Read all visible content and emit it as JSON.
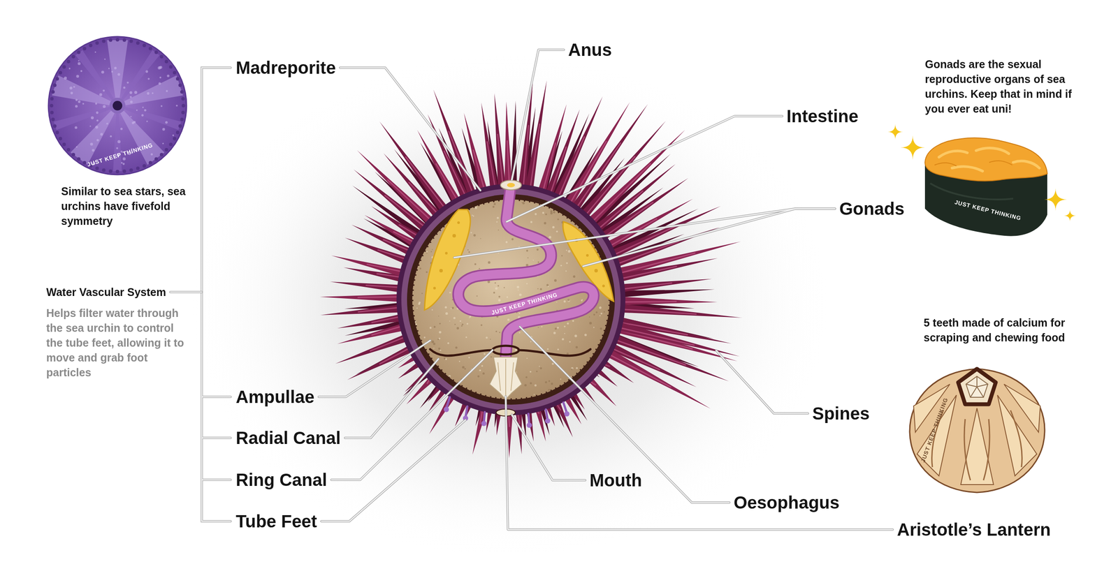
{
  "diagram": {
    "labels": [
      "Madreporite",
      "Anus",
      "Intestine",
      "Gonads",
      "Similar to sea stars, sea urchins have fivefold symmetry",
      "Water Vascular System",
      "Helps filter water through the sea urchin to control the tube feet, allowing it to move and grab foot particles",
      "Ampullae",
      "Radial Canal",
      "Ring Canal",
      "Tube Feet",
      "Mouth",
      "Oesophagus",
      "Aristotle’s Lantern",
      "Spines",
      "Gonads are the sexual reproductive organs of sea urchins. Keep that in mind if you ever eat uni!",
      "5 teeth made of calcium for scraping and chewing food",
      "JUST KEEP THINKING",
      "JUST KEEP THINKING",
      "JUST KEEP THINKING",
      "JUST KEEP THINKING"
    ]
  }
}
